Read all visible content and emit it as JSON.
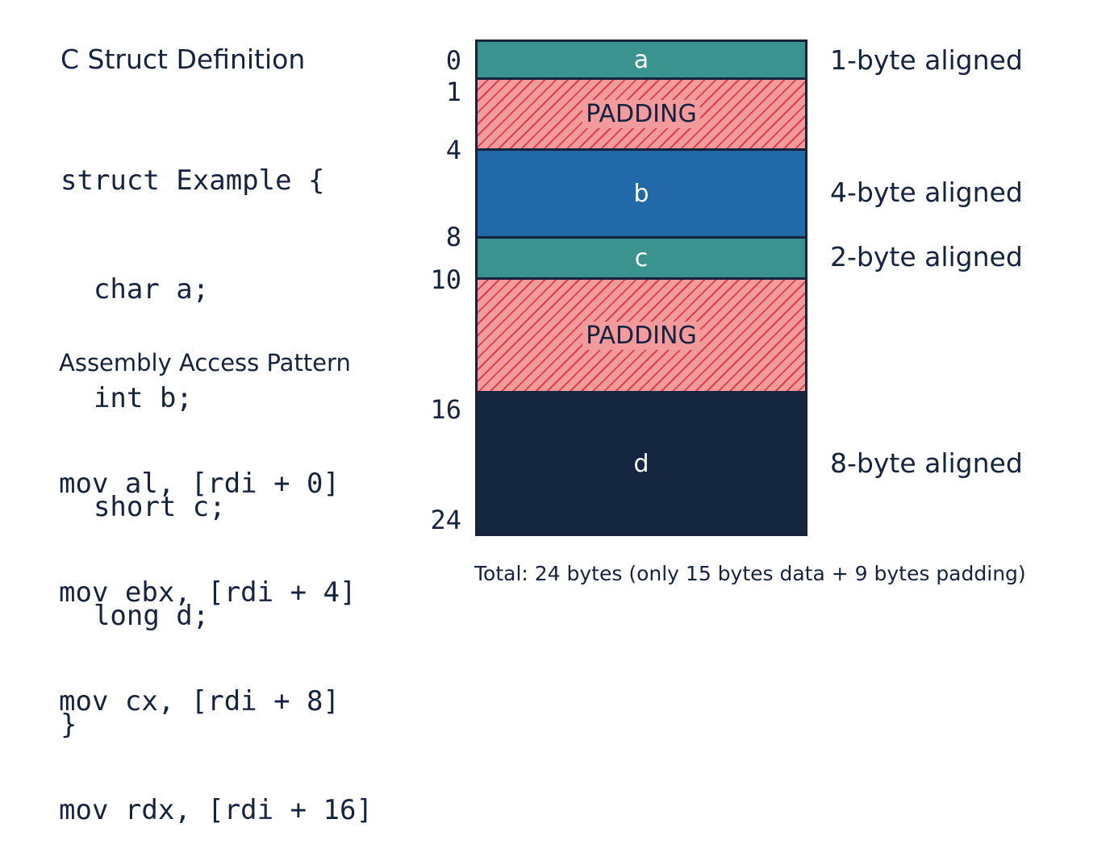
{
  "struct_section": {
    "heading": "C Struct Definition",
    "code_lines": [
      "struct Example {",
      "  char a;",
      "  int b;",
      "  short c;",
      "  long d;",
      "}"
    ]
  },
  "assembly_section": {
    "heading": "Assembly Access Pattern",
    "code_lines": [
      "mov al, [rdi + 0]",
      "mov ebx, [rdi + 4]",
      "mov cx, [rdi + 8]",
      "mov rdx, [rdi + 16]"
    ]
  },
  "memory_layout": {
    "offsets": [
      "0",
      "1",
      "4",
      "8",
      "10",
      "16",
      "24"
    ],
    "blocks": [
      {
        "label": "a",
        "start": 0,
        "end": 1,
        "kind": "field",
        "color": "#3a938e",
        "alignment": "1-byte aligned"
      },
      {
        "label": "PADDING",
        "start": 1,
        "end": 4,
        "kind": "padding",
        "color": "#f29a9c",
        "alignment": ""
      },
      {
        "label": "b",
        "start": 4,
        "end": 8,
        "kind": "field",
        "color": "#2169a8",
        "alignment": "4-byte aligned"
      },
      {
        "label": "c",
        "start": 8,
        "end": 10,
        "kind": "field",
        "color": "#3a938e",
        "alignment": "2-byte aligned"
      },
      {
        "label": "PADDING",
        "start": 10,
        "end": 16,
        "kind": "padding",
        "color": "#f29a9c",
        "alignment": ""
      },
      {
        "label": "d",
        "start": 16,
        "end": 24,
        "kind": "field",
        "color": "#152641",
        "alignment": "8-byte aligned"
      }
    ]
  },
  "total_note": "Total: 24 bytes (only 15 bytes data + 9 bytes padding)"
}
